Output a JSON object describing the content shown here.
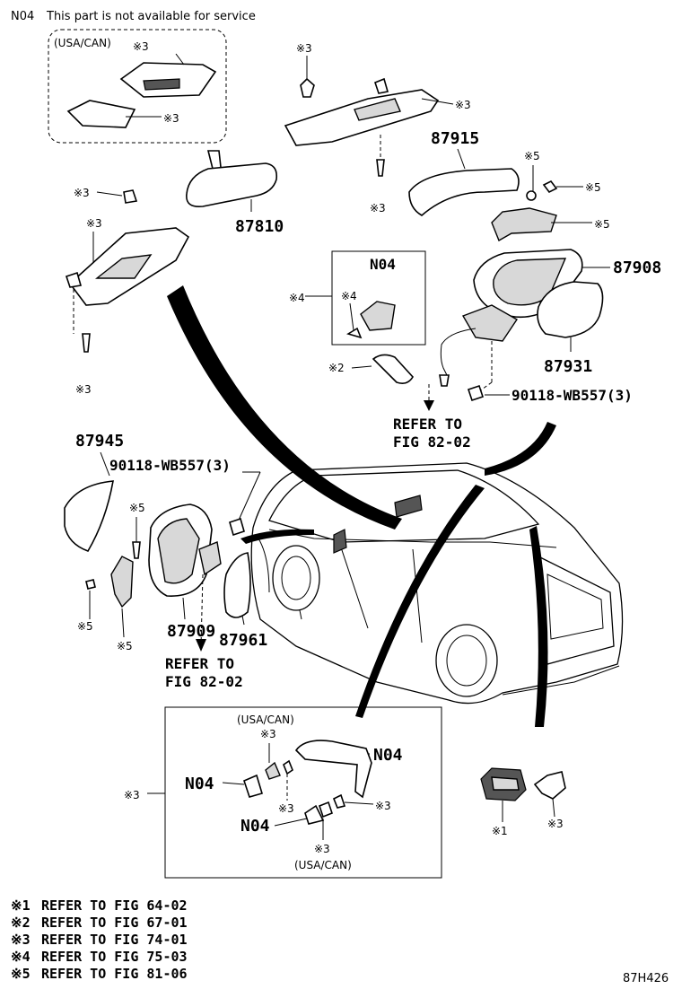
{
  "header": {
    "code": "N04",
    "text": "This part is not available for service"
  },
  "mark3": "※3",
  "mark4": "※4",
  "mark5": "※5",
  "mark2": "※2",
  "mark1": "※1",
  "variant": "(USA/CAN)",
  "parts": {
    "p87810": "87810",
    "p87915": "87915",
    "p87908": "87908",
    "p87931": "87931",
    "p87945": "87945",
    "p87909": "87909",
    "p87961": "87961",
    "bolt": "90118-WB557(3)",
    "n04": "N04"
  },
  "refer": {
    "line1": "REFER TO",
    "line2": "FIG 82-02"
  },
  "legend": [
    {
      "mark": "※1",
      "text": "REFER TO FIG 64-02"
    },
    {
      "mark": "※2",
      "text": "REFER TO FIG 67-01"
    },
    {
      "mark": "※3",
      "text": "REFER TO FIG 74-01"
    },
    {
      "mark": "※4",
      "text": "REFER TO FIG 75-03"
    },
    {
      "mark": "※5",
      "text": "REFER TO FIG 81-06"
    }
  ],
  "diagram_id": "87H426"
}
